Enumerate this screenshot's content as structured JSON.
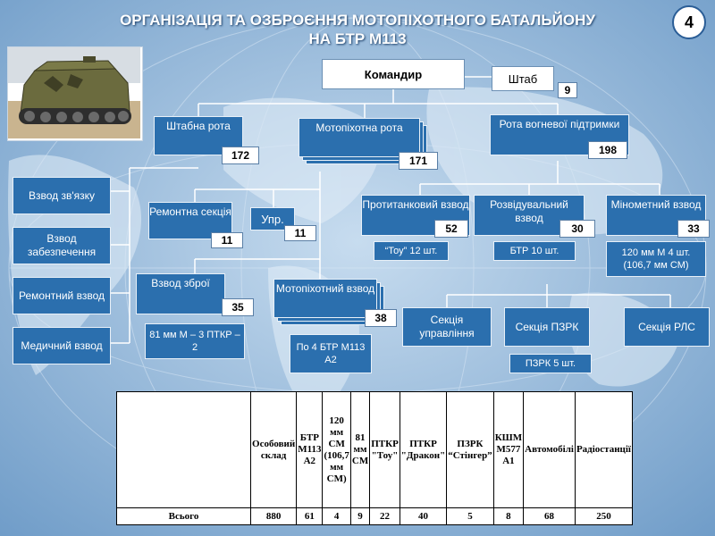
{
  "slide": {
    "title_line1": "ОРГАНІЗАЦІЯ ТА ОЗБРОЄННЯ  МОТОПІХОТНОГО БАТАЛЬЙОНУ",
    "title_line2": "НА БТР М113",
    "page_number": "4"
  },
  "org": {
    "commander": "Командир",
    "staff": {
      "label": "Штаб",
      "count": "9"
    },
    "hq_company": {
      "label": "Штабна рота",
      "count": "172"
    },
    "motor_rifle_company": {
      "label": "Мотопіхотна рота",
      "count": "171"
    },
    "fire_support_company": {
      "label": "Рота вогневої підтримки",
      "count": "198"
    },
    "comm_platoon": "Взвод зв'язку",
    "supply_platoon": "Взвод забезпечення",
    "repair_platoon": "Ремонтний взвод",
    "medical_platoon": "Медичний взвод",
    "repair_section": {
      "label": "Ремонтна секція",
      "count": "11"
    },
    "command": {
      "label": "Упр.",
      "count": "11"
    },
    "weapons_platoon": {
      "label": "Взвод зброї",
      "count": "35",
      "note": "81 мм М – 3 ПТКР – 2"
    },
    "motor_rifle_platoon": {
      "label": "Мотопіхотний взвод",
      "count": "38",
      "note": "По 4 БТР М113 А2"
    },
    "antitank_platoon": {
      "label": "Протитанковий взвод",
      "count": "52",
      "note": "“Тоу” 12 шт."
    },
    "recon_platoon": {
      "label": "Розвідувальний взвод",
      "count": "30",
      "note": "БТР 10 шт."
    },
    "mortar_platoon": {
      "label": "Мінометний взвод",
      "count": "33",
      "note": "120 мм М 4 шт. (106,7 мм СМ)"
    },
    "control_section": "Секція управління",
    "sam_section": {
      "label": "Секція ПЗРК",
      "note": "ПЗРК 5 шт."
    },
    "radar_section": "Секція РЛС"
  },
  "table": {
    "headers": [
      "Особовий склад",
      "БТР М113 А2",
      "120 мм СМ (106,7 мм СМ)",
      "81 мм СМ",
      "ПТКР \"Тоу\"",
      "ПТКР \"Дракон\"",
      "ПЗРК “Стінгер”",
      "КШМ М577 А1",
      "Автомобілі",
      "Радіостанції"
    ],
    "row_label": "Всього",
    "values": [
      "880",
      "61",
      "4",
      "9",
      "22",
      "40",
      "5",
      "8",
      "68",
      "250"
    ]
  },
  "colors": {
    "box_fill": "#2b6fae",
    "line": "#ffffff",
    "background": "#8fb4d6"
  }
}
